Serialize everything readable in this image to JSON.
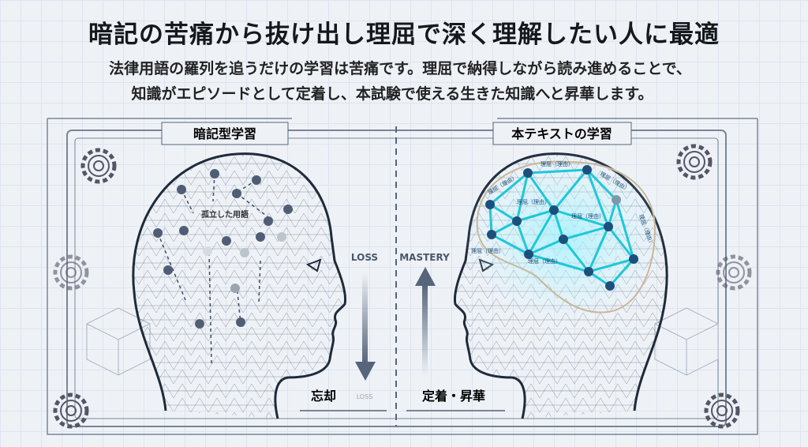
{
  "header": {
    "title": "暗記の苦痛から抜け出し理屈で深く理解したい人に最適",
    "subtitle_line1": "法律用語の羅列を追うだけの学習は苦痛です。理屈で納得しながら読み進めることで、",
    "subtitle_line2": "知識がエピソードとして定着し、本試験で使える生きた知識へと昇華します。"
  },
  "left_panel": {
    "label": "暗記型学習",
    "brain_label": "孤立した用語",
    "arrow_label": "LOSS",
    "arrow_sub": "LOSS",
    "result": "忘却"
  },
  "right_panel": {
    "label": "本テキストの学習",
    "arrow_label": "MASTERY",
    "result": "定着・昇華",
    "node_labels": [
      "理屈（理由）",
      "理屈（理由）",
      "理屈（理由）",
      "理屈（理由）",
      "理屈（理由）",
      "理屈（理由）",
      "理屈（理由）",
      "理屈（理由）"
    ]
  },
  "colors": {
    "accent": "#1ec8d8",
    "node": "#1d4f7c",
    "ink": "#2a3445"
  }
}
